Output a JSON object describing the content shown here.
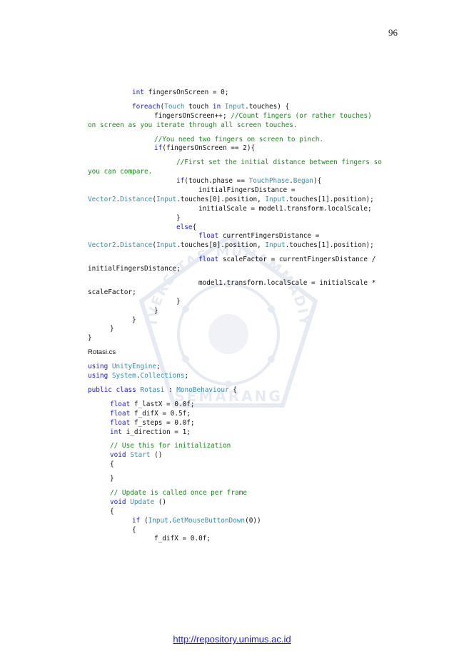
{
  "page_number": "96",
  "watermark": {
    "ring_text": "UNIVERSITAS MUHAMMADIYAH",
    "bottom_text": "SEMARANG"
  },
  "footer": {
    "link": "http://repository.unimus.ac.id"
  },
  "code_lines": [
    {
      "i": 16,
      "t": [
        {
          "c": "kw",
          "v": "int"
        },
        {
          "v": " fingersOnScreen = 0;"
        }
      ]
    },
    {
      "blank": true
    },
    {
      "i": 16,
      "t": [
        {
          "c": "kw",
          "v": "foreach"
        },
        {
          "v": "("
        },
        {
          "c": "ty",
          "v": "Touch"
        },
        {
          "v": " touch "
        },
        {
          "c": "kw",
          "v": "in"
        },
        {
          "v": " "
        },
        {
          "c": "ty",
          "v": "Input"
        },
        {
          "v": ".touches) {"
        }
      ]
    },
    {
      "i": 24,
      "t": [
        {
          "v": "fingersOnScreen++; "
        },
        {
          "c": "cm",
          "v": "//Count fingers (or rather touches)"
        }
      ]
    },
    {
      "i": 0,
      "t": [
        {
          "c": "cm",
          "v": "on screen as you iterate through all screen touches."
        }
      ]
    },
    {
      "blank": true
    },
    {
      "i": 24,
      "t": [
        {
          "c": "cm",
          "v": "//You need two fingers on screen to pinch."
        }
      ]
    },
    {
      "i": 24,
      "t": [
        {
          "c": "kw",
          "v": "if"
        },
        {
          "v": "(fingersOnScreen == 2){"
        }
      ]
    },
    {
      "blank": true
    },
    {
      "i": 32,
      "t": [
        {
          "c": "cm",
          "v": "//First set the initial distance between fingers so"
        }
      ]
    },
    {
      "i": 0,
      "t": [
        {
          "c": "cm",
          "v": "you can compare."
        }
      ]
    },
    {
      "i": 32,
      "t": [
        {
          "c": "kw",
          "v": "if"
        },
        {
          "v": "(touch.phase == "
        },
        {
          "c": "ty",
          "v": "TouchPhase"
        },
        {
          "v": "."
        },
        {
          "c": "ty",
          "v": "Began"
        },
        {
          "v": "){"
        }
      ]
    },
    {
      "i": 40,
      "t": [
        {
          "v": "initialFingersDistance ="
        }
      ]
    },
    {
      "i": 0,
      "t": [
        {
          "c": "ty",
          "v": "Vector2"
        },
        {
          "v": "."
        },
        {
          "c": "ty",
          "v": "Distance"
        },
        {
          "v": "("
        },
        {
          "c": "ty",
          "v": "Input"
        },
        {
          "v": ".touches[0].position, "
        },
        {
          "c": "ty",
          "v": "Input"
        },
        {
          "v": ".touches[1].position);"
        }
      ]
    },
    {
      "i": 40,
      "t": [
        {
          "v": "initialScale = model1.transform.localScale;"
        }
      ]
    },
    {
      "i": 32,
      "t": [
        {
          "v": "}"
        }
      ]
    },
    {
      "i": 32,
      "t": [
        {
          "c": "kw",
          "v": "else"
        },
        {
          "v": "{"
        }
      ]
    },
    {
      "i": 40,
      "t": [
        {
          "c": "kw",
          "v": "float"
        },
        {
          "v": " currentFingersDistance ="
        }
      ]
    },
    {
      "i": 0,
      "t": [
        {
          "c": "ty",
          "v": "Vector2"
        },
        {
          "v": "."
        },
        {
          "c": "ty",
          "v": "Distance"
        },
        {
          "v": "("
        },
        {
          "c": "ty",
          "v": "Input"
        },
        {
          "v": ".touches[0].position, "
        },
        {
          "c": "ty",
          "v": "Input"
        },
        {
          "v": ".touches[1].position);"
        }
      ]
    },
    {
      "blank": true
    },
    {
      "i": 40,
      "t": [
        {
          "c": "kw",
          "v": "float"
        },
        {
          "v": " scaleFactor = currentFingersDistance /"
        }
      ]
    },
    {
      "i": 0,
      "t": [
        {
          "v": "initialFingersDistance;"
        }
      ]
    },
    {
      "blank": true
    },
    {
      "i": 40,
      "t": [
        {
          "v": "model1.transform.localScale = initialScale *"
        }
      ]
    },
    {
      "i": 0,
      "t": [
        {
          "v": "scaleFactor;"
        }
      ]
    },
    {
      "i": 32,
      "t": [
        {
          "v": "}"
        }
      ]
    },
    {
      "i": 24,
      "t": [
        {
          "v": "}"
        }
      ]
    },
    {
      "i": 16,
      "t": [
        {
          "v": "}"
        }
      ]
    },
    {
      "i": 8,
      "t": [
        {
          "v": "}"
        }
      ]
    },
    {
      "i": 0,
      "t": [
        {
          "v": "}"
        }
      ]
    },
    {
      "blank": true
    },
    {
      "heading": true,
      "i": 0,
      "t": [
        {
          "v": "Rotasi.cs"
        }
      ]
    },
    {
      "blank": true
    },
    {
      "i": 0,
      "t": [
        {
          "c": "kw",
          "v": "using"
        },
        {
          "v": " "
        },
        {
          "c": "ty",
          "v": "UnityEngine"
        },
        {
          "v": ";"
        }
      ]
    },
    {
      "i": 0,
      "t": [
        {
          "c": "kw",
          "v": "using"
        },
        {
          "v": " "
        },
        {
          "c": "ty",
          "v": "System"
        },
        {
          "v": "."
        },
        {
          "c": "ty",
          "v": "Collections"
        },
        {
          "v": ";"
        }
      ]
    },
    {
      "blank": true
    },
    {
      "i": 0,
      "t": [
        {
          "c": "kw",
          "v": "public"
        },
        {
          "v": " "
        },
        {
          "c": "kw",
          "v": "class"
        },
        {
          "v": " "
        },
        {
          "c": "ty",
          "v": "Rotasi"
        },
        {
          "v": " : "
        },
        {
          "c": "ty",
          "v": "MonoBehaviour"
        },
        {
          "v": " {"
        }
      ]
    },
    {
      "blank": true
    },
    {
      "i": 8,
      "t": [
        {
          "c": "kw",
          "v": "float"
        },
        {
          "v": " f_lastX = 0.0f;"
        }
      ]
    },
    {
      "i": 8,
      "t": [
        {
          "c": "kw",
          "v": "float"
        },
        {
          "v": " f_difX = 0.5f;"
        }
      ]
    },
    {
      "i": 8,
      "t": [
        {
          "c": "kw",
          "v": "float"
        },
        {
          "v": " f_steps = 0.0f;"
        }
      ]
    },
    {
      "i": 8,
      "t": [
        {
          "c": "kw",
          "v": "int"
        },
        {
          "v": " i_direction = 1;"
        }
      ]
    },
    {
      "blank": true
    },
    {
      "i": 8,
      "t": [
        {
          "c": "cm",
          "v": "// Use this for initialization"
        }
      ]
    },
    {
      "i": 8,
      "t": [
        {
          "c": "kw",
          "v": "void"
        },
        {
          "v": " "
        },
        {
          "c": "ty",
          "v": "Start"
        },
        {
          "v": " ()"
        }
      ]
    },
    {
      "i": 8,
      "t": [
        {
          "v": "{"
        }
      ]
    },
    {
      "blank": true
    },
    {
      "i": 8,
      "t": [
        {
          "v": "}"
        }
      ]
    },
    {
      "blank": true
    },
    {
      "i": 8,
      "t": [
        {
          "c": "cm",
          "v": "// Update is called once per frame"
        }
      ]
    },
    {
      "i": 8,
      "t": [
        {
          "c": "kw",
          "v": "void"
        },
        {
          "v": " "
        },
        {
          "c": "ty",
          "v": "Update"
        },
        {
          "v": " ()"
        }
      ]
    },
    {
      "i": 8,
      "t": [
        {
          "v": "{"
        }
      ]
    },
    {
      "i": 16,
      "t": [
        {
          "c": "kw",
          "v": "if"
        },
        {
          "v": " ("
        },
        {
          "c": "ty",
          "v": "Input"
        },
        {
          "v": "."
        },
        {
          "c": "ty",
          "v": "GetMouseButtonDown"
        },
        {
          "v": "(0))"
        }
      ]
    },
    {
      "i": 16,
      "t": [
        {
          "v": "{"
        }
      ]
    },
    {
      "i": 24,
      "t": [
        {
          "v": "f_difX = 0.0f;"
        }
      ]
    }
  ]
}
